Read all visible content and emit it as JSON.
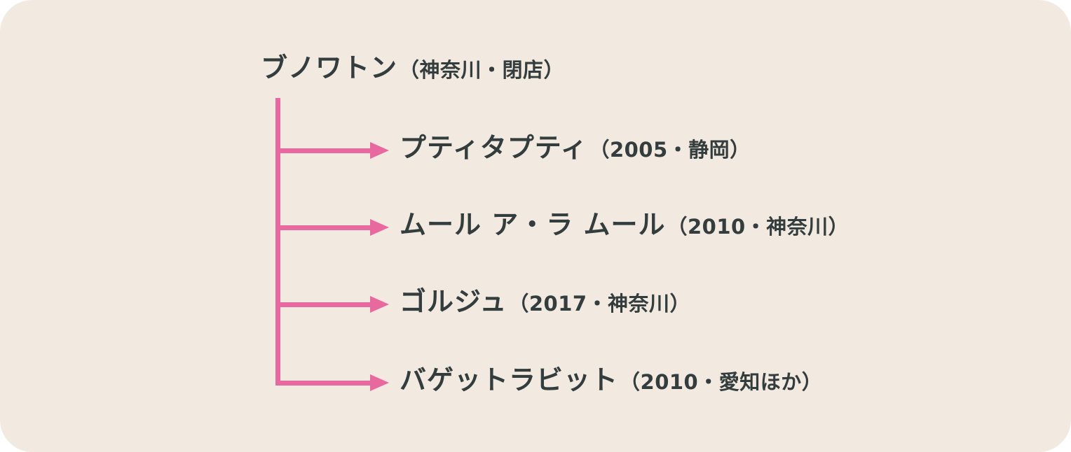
{
  "colors": {
    "background": "#f2e9e0",
    "text": "#333d3d",
    "accent_pink": "#e7699f"
  },
  "tree": {
    "root": {
      "name": "ブノワトン",
      "note": "（神奈川・閉店）"
    },
    "children": [
      {
        "name": "プティタプティ",
        "note": "（2005・静岡）"
      },
      {
        "name": "ムール ア・ラ ムール",
        "note": "（2010・神奈川）"
      },
      {
        "name": "ゴルジュ",
        "note": "（2017・神奈川）"
      },
      {
        "name": "バゲットラビット",
        "note": "（2010・愛知ほか）"
      }
    ]
  }
}
